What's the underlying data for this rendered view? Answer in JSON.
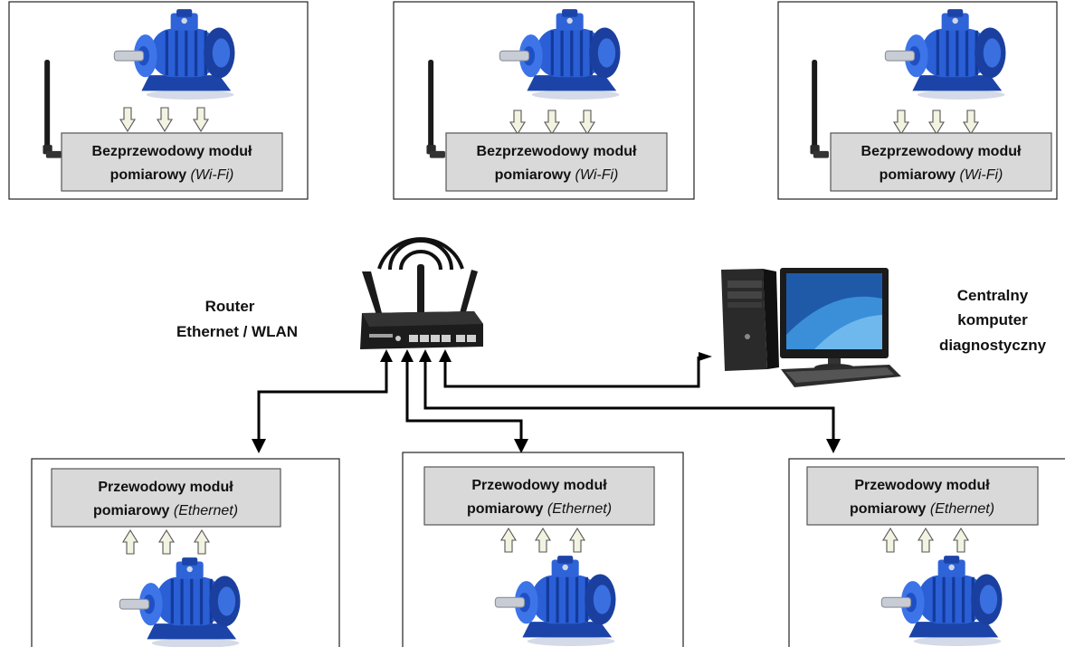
{
  "wireless_modules": [
    {
      "line1": "Bezprzewodowy moduł",
      "line2_main": "pomiarowy",
      "line2_tag": "(Wi-Fi)"
    },
    {
      "line1": "Bezprzewodowy moduł",
      "line2_main": "pomiarowy",
      "line2_tag": "(Wi-Fi)"
    },
    {
      "line1": "Bezprzewodowy moduł",
      "line2_main": "pomiarowy",
      "line2_tag": "(Wi-Fi)"
    }
  ],
  "wired_modules": [
    {
      "line1": "Przewodowy moduł",
      "line2_main": "pomiarowy",
      "line2_tag": "(Ethernet)"
    },
    {
      "line1": "Przewodowy moduł",
      "line2_main": "pomiarowy",
      "line2_tag": "(Ethernet)"
    },
    {
      "line1": "Przewodowy moduł",
      "line2_main": "pomiarowy",
      "line2_tag": "(Ethernet)"
    }
  ],
  "router": {
    "line1": "Router",
    "line2": "Ethernet  / WLAN"
  },
  "computer": {
    "line1": "Centralny",
    "line2": "komputer",
    "line3": "diagnostyczny"
  },
  "colors": {
    "motor": "#1f4fc4",
    "module_fill": "#d9d9d9",
    "arrow_fill": "#f3f3e2",
    "connection": "#000000"
  },
  "icons": [
    "motor-icon",
    "antenna-icon",
    "router-icon",
    "wifi-signal-icon",
    "computer-icon",
    "monitor-icon",
    "keyboard-icon"
  ]
}
